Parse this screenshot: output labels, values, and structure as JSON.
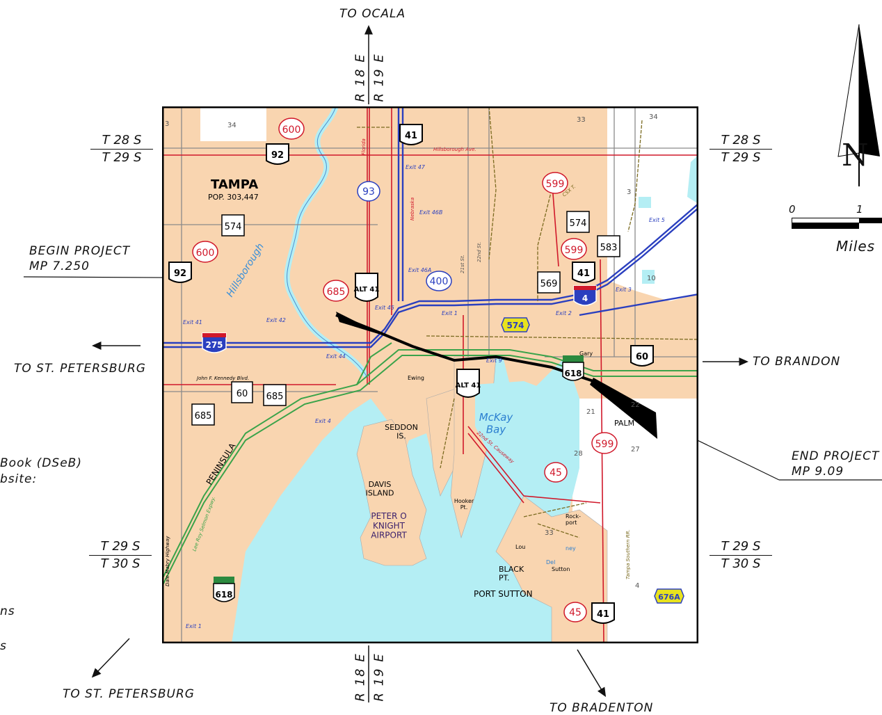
{
  "directions": {
    "north": "TO OCALA",
    "west": "TO ST. PETERSBURG",
    "southwest": "TO ST. PETERSBURG",
    "east": "TO BRANDON",
    "south": "TO BRADENTON"
  },
  "ranges": {
    "left": "R 18 E",
    "right": "R 19 E"
  },
  "townships": {
    "upper_top": "T 28 S",
    "upper_bottom": "T 29 S",
    "lower_top": "T 29 S",
    "lower_bottom": "T 30 S"
  },
  "project": {
    "begin_label": "BEGIN PROJECT",
    "begin_mp": "MP 7.250",
    "end_label": "END PROJECT",
    "end_mp": "MP 9.09"
  },
  "scale": {
    "zero": "0",
    "one": "1",
    "unit": "Miles"
  },
  "north_letter": "N",
  "left_fragments": [
    "Book (DSeB)",
    "bsite:",
    "ns",
    "s"
  ],
  "city": {
    "name": "TAMPA",
    "pop": "POP. 303,447"
  },
  "places": {
    "davis": "DAVIS\nISLAND",
    "seddon": "SEDDON\nIS.",
    "airport": "PETER O\nKNIGHT\nAIRPORT",
    "mckay": "McKay\nBay",
    "hillsborough": "Hillsborough",
    "port_sutton": "PORT SUTTON",
    "black_pt": "BLACK\nPT.",
    "peninsula": "PENINSULA",
    "palm": "PALM",
    "hooker": "Hooker\nPt.",
    "ewing": "Ewing",
    "gary": "Gary",
    "rockport": "Rock-\nport",
    "sutton": "Sutton",
    "lou": "Lou",
    "del": "Del",
    "ney": "ney"
  },
  "route_shields": {
    "us": [
      "92",
      "41",
      "92",
      "41",
      "60",
      "41"
    ],
    "state": [
      "574",
      "574",
      "583",
      "569",
      "60",
      "685",
      "685"
    ],
    "county": [
      "600",
      "600",
      "599",
      "599",
      "685",
      "599",
      "45",
      "45"
    ],
    "interstate": [
      "275",
      "4"
    ],
    "toll": [
      "618",
      "618"
    ],
    "alt41": [
      "ALT 41",
      "ALT 41"
    ],
    "blue": [
      "93",
      "400"
    ],
    "yellow": [
      "574",
      "676A"
    ]
  },
  "exits": [
    "Exit 41",
    "Exit 42",
    "Exit 44",
    "Exit 45",
    "Exit 46A",
    "Exit 47",
    "Exit 46B",
    "Exit 1",
    "Exit 2",
    "Exit 3",
    "Exit 5",
    "Exit 4",
    "Exit 9",
    "Exit 1"
  ],
  "sections": [
    "3",
    "34",
    "33",
    "34",
    "3",
    "10",
    "22",
    "21",
    "27",
    "28",
    "33",
    "4"
  ],
  "streets": [
    "Hillsborough Ave.",
    "John F. Kennedy Blvd.",
    "Florida",
    "Nebraska",
    "22nd St. Causeway",
    "CSX T.",
    "21st St.",
    "22nd St.",
    "Dale Mabry Highway",
    "Lee Roy Selmon Expwy.",
    "Tampa Southern RR."
  ],
  "colors": {
    "land": "#f9d5b0",
    "water": "#b4eef4",
    "interstate": "#2a3fbf",
    "toll": "#3aa34a",
    "rail": "#7a6a1f",
    "route": "#d0182a"
  }
}
